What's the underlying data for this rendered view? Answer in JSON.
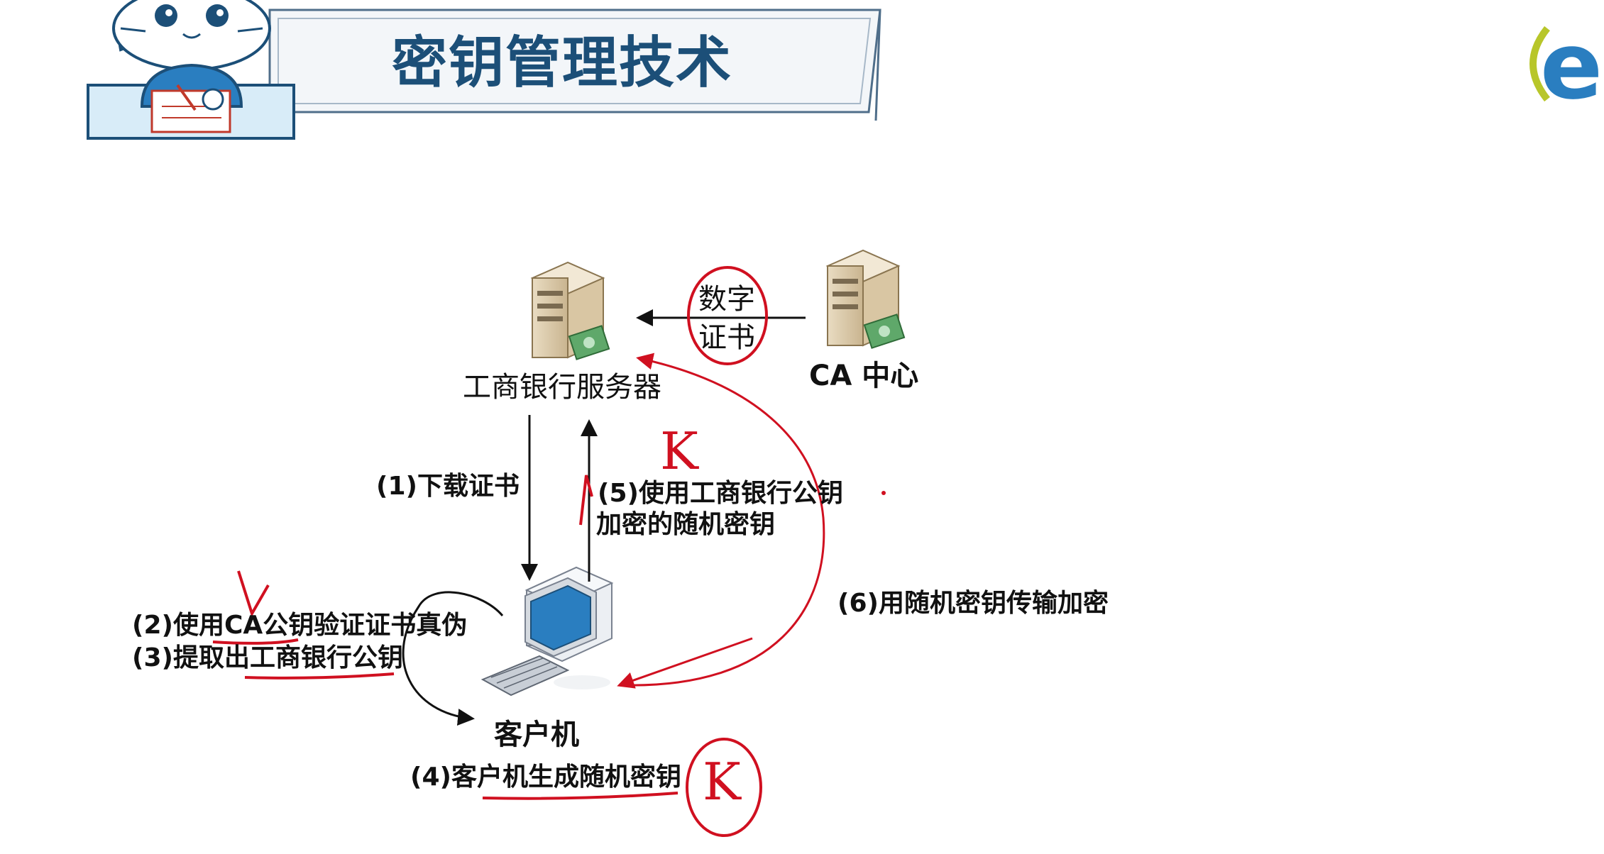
{
  "header": {
    "title": "密钥管理技术"
  },
  "logo": {
    "glyph": "e"
  },
  "nodes": {
    "server_label": "工商银行服务器",
    "ca_label": "CA 中心",
    "client_label": "客户机"
  },
  "cert": {
    "line1": "数字",
    "line2": "证书"
  },
  "steps": {
    "s1": "(1)下载证书",
    "s2": "(2)使用CA公钥验证证书真伪",
    "s3": "(3)提取出工商银行公钥",
    "s4": "(4)客户机生成随机密钥",
    "s5_line1": "(5)使用工商银行公钥",
    "s5_line2": "加密的随机密钥",
    "s6": "(6)用随机密钥传输加密"
  },
  "annotations": {
    "k_top": "K",
    "k_bottom": "K"
  },
  "colors": {
    "title": "#1c4f78",
    "accent": "#2a7ec0",
    "annotation_red": "#d01020",
    "banner": "#e8eef4"
  }
}
